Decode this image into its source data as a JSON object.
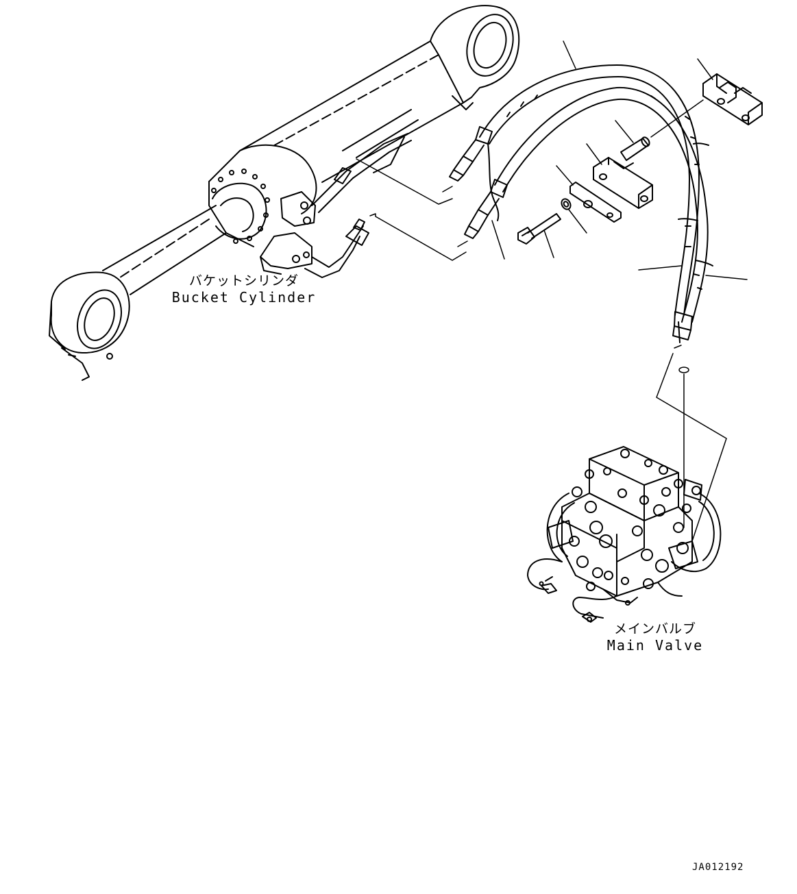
{
  "labels": {
    "bucket_cylinder_jp": "バケットシリンダ",
    "bucket_cylinder_en": "Bucket Cylinder",
    "main_valve_jp": "メインバルブ",
    "main_valve_en": "Main Valve"
  },
  "drawing_id": "JA012192",
  "colors": {
    "line": "#000000",
    "background": "#ffffff"
  }
}
